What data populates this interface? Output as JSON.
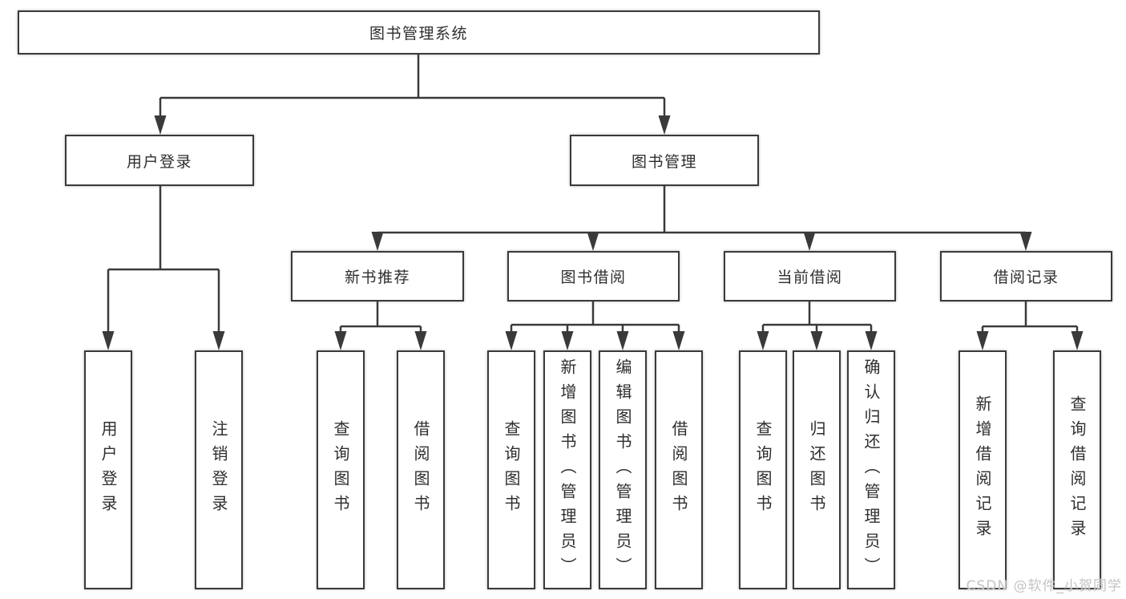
{
  "tree": {
    "root": {
      "label": "图书管理系统"
    },
    "branches": [
      {
        "label": "用户登录",
        "children": [
          {
            "label": "用户登录"
          },
          {
            "label": "注销登录"
          }
        ]
      },
      {
        "label": "图书管理",
        "sections": [
          {
            "label": "新书推荐",
            "children": [
              {
                "label": "查询图书"
              },
              {
                "label": "借阅图书"
              }
            ]
          },
          {
            "label": "图书借阅",
            "children": [
              {
                "label": "查询图书"
              },
              {
                "label": "新增图书（管理员）"
              },
              {
                "label": "编辑图书（管理员）"
              },
              {
                "label": "借阅图书"
              }
            ]
          },
          {
            "label": "当前借阅",
            "children": [
              {
                "label": "查询图书"
              },
              {
                "label": "归还图书"
              },
              {
                "label": "确认归还（管理员）"
              }
            ]
          },
          {
            "label": "借阅记录",
            "children": [
              {
                "label": "新增借阅记录"
              },
              {
                "label": "查询借阅记录"
              }
            ]
          }
        ]
      }
    ]
  },
  "watermark": {
    "text": "CSDN @软件_小贺同学"
  },
  "colors": {
    "line": "#3a3a3a",
    "box_border": "#3a3a3a",
    "text": "#2e2e2e",
    "watermark": "#c3c3c3",
    "background": "#ffffff"
  }
}
